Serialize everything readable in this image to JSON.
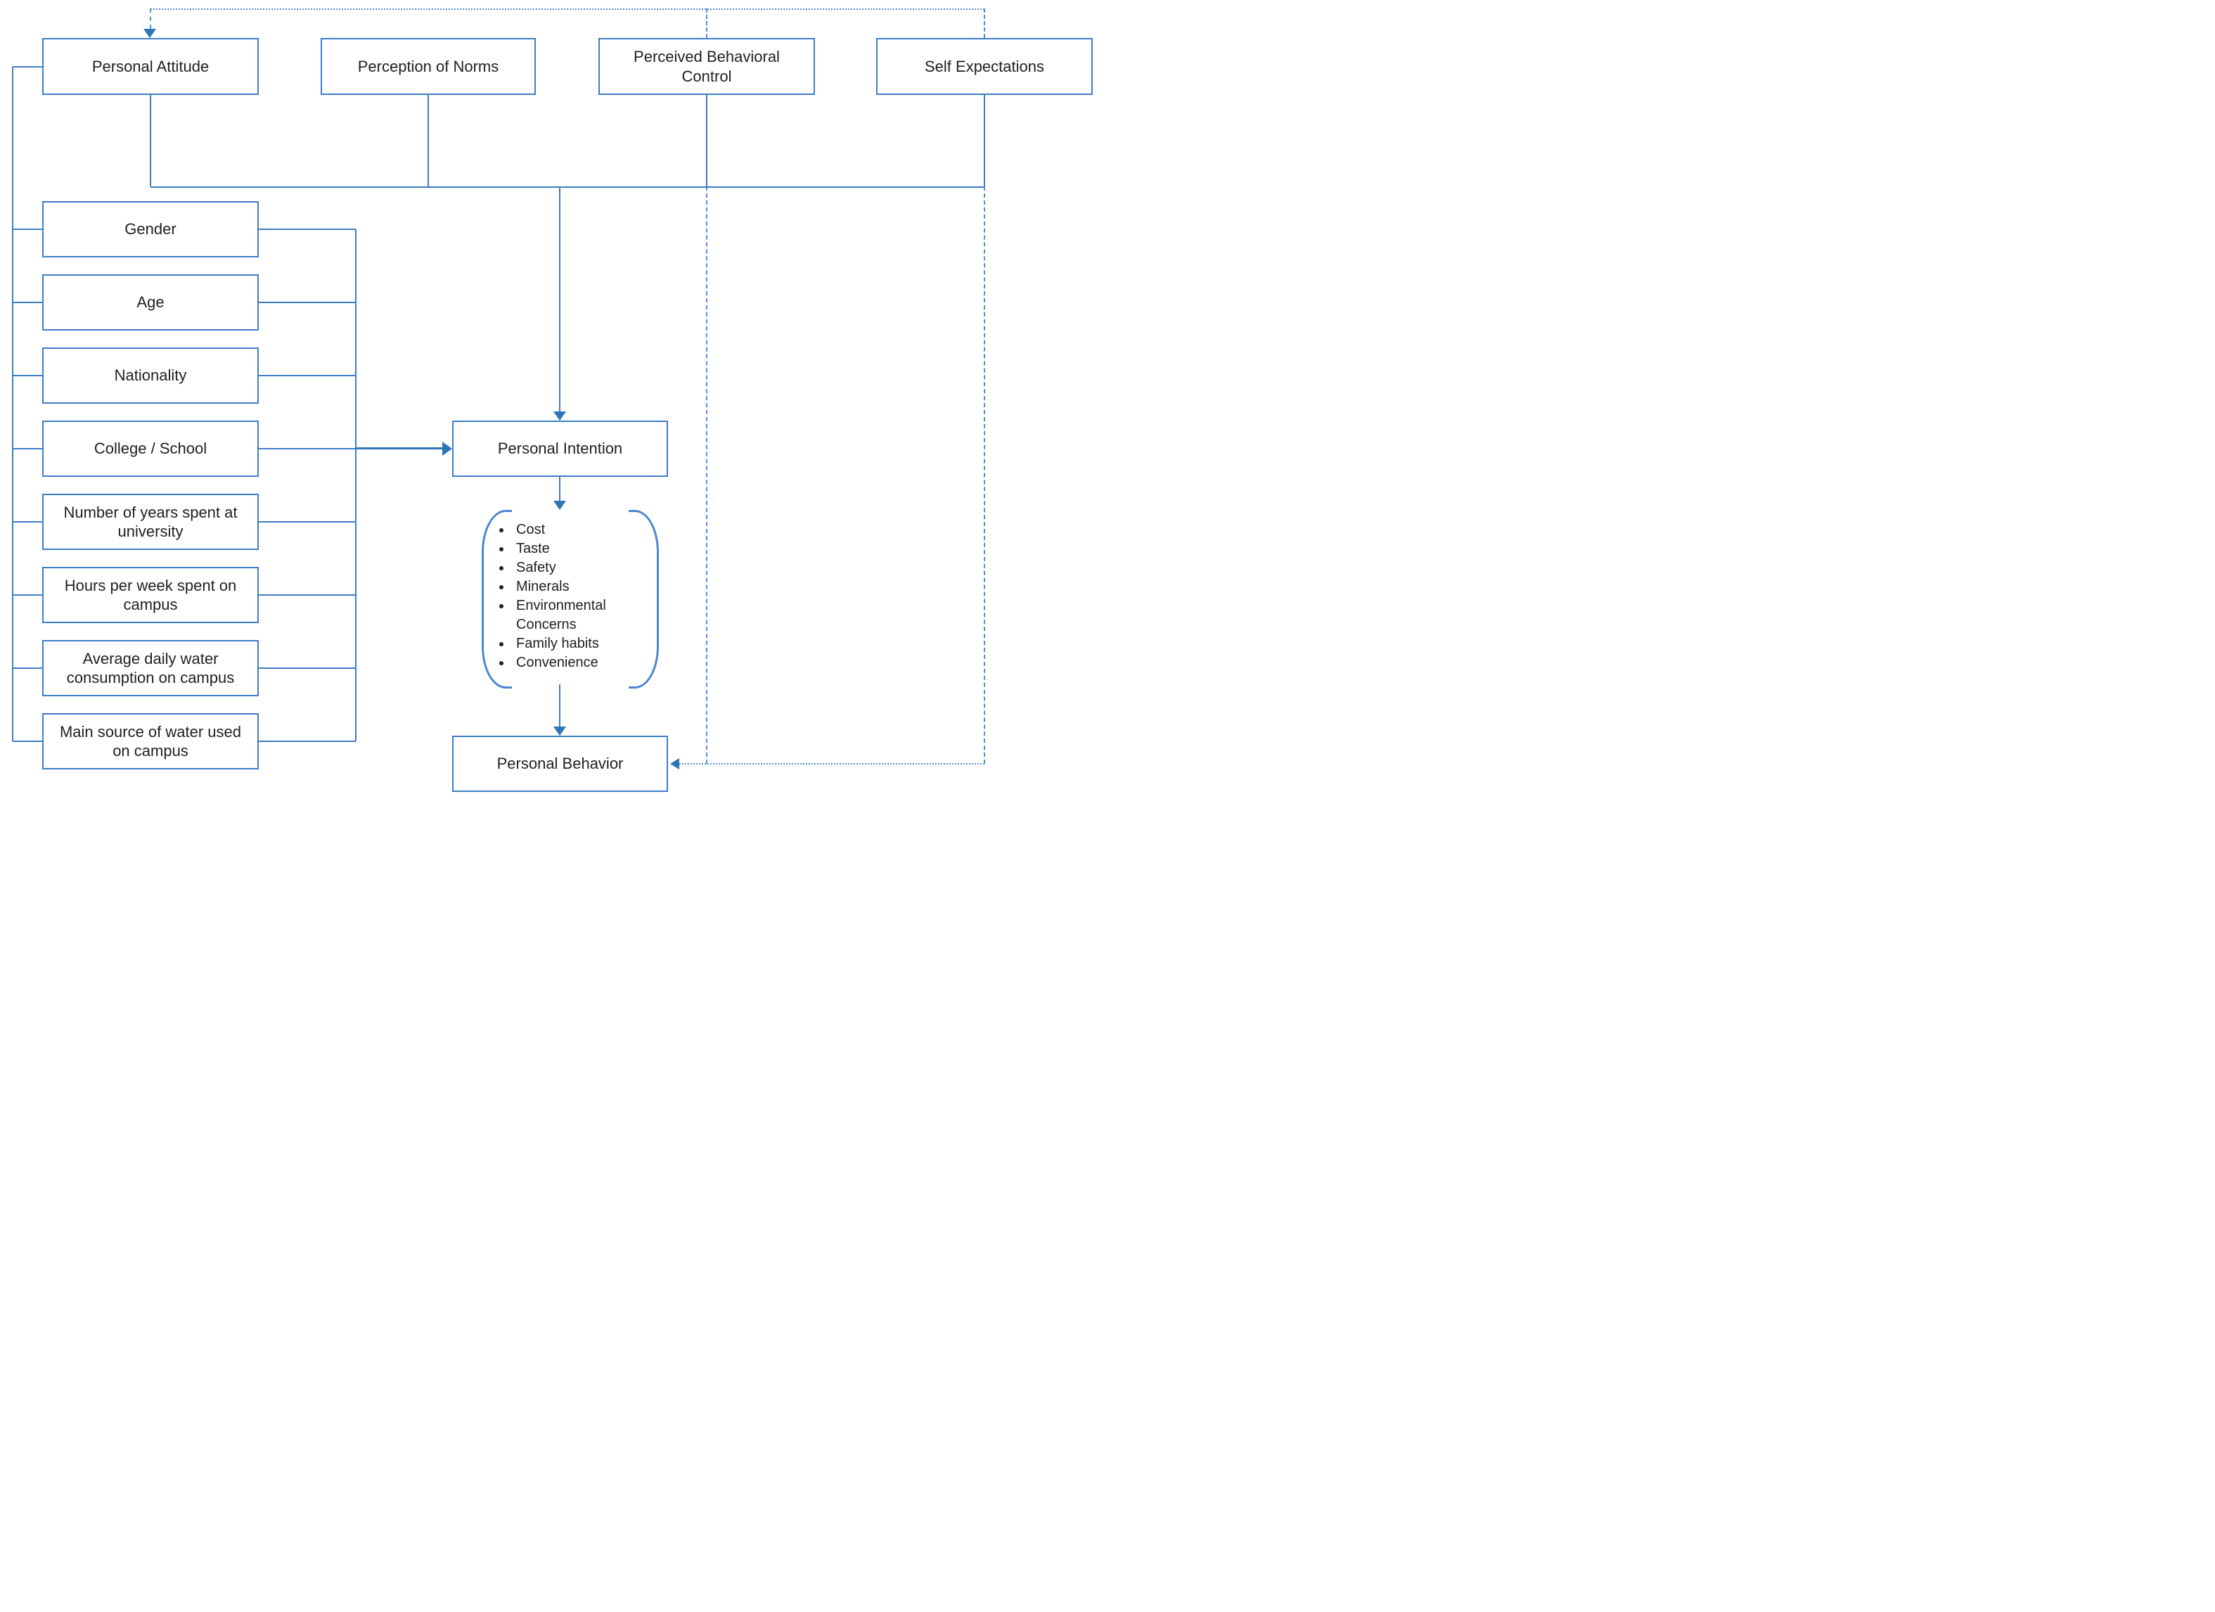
{
  "top_row": [
    "Personal Attitude",
    "Perception of Norms",
    "Perceived Behavioral Control",
    "Self Expectations"
  ],
  "demographics": [
    "Gender",
    "Age",
    "Nationality",
    "College / School",
    "Number of years spent at university",
    "Hours per week spent on campus",
    "Average daily water consumption on campus",
    "Main source of water used on campus"
  ],
  "center": {
    "intention": "Personal Intention",
    "behavior": "Personal Behavior"
  },
  "decision_factors": [
    "Cost",
    "Taste",
    "Safety",
    "Minerals",
    "Environmental Concerns",
    "Family habits",
    "Convenience"
  ],
  "colors": {
    "box_border": "#3E7CC7",
    "solid_line": "#3E7CC7",
    "dotted_line": "#4F8FD9",
    "arrow": "#2E75B6",
    "text": "#1F1F1F"
  }
}
